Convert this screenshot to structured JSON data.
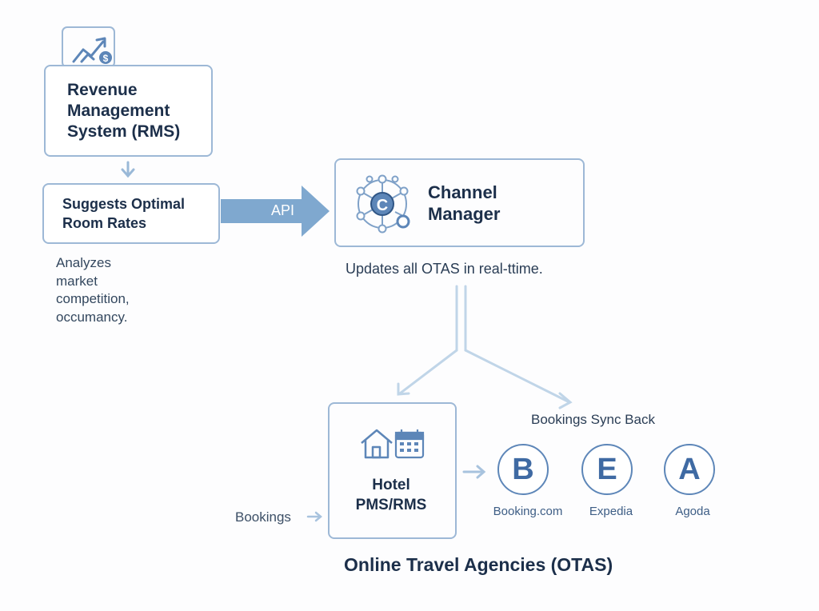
{
  "rms": {
    "title": "Revenue\nManagement\nSystem (RMS)",
    "icon": "growth-chart-dollar-icon"
  },
  "suggest": {
    "text": "Suggests Optimal\nRoom Rates"
  },
  "analyzes": {
    "text": "Analyzes\nmarket\ncompetition,\noccumancy."
  },
  "api": {
    "label": "API"
  },
  "channel_manager": {
    "title": "Channel\nManager",
    "icon_letter": "C",
    "icon": "network-hub-icon"
  },
  "updates": {
    "text": "Updates all OTAS in real-ttime."
  },
  "hotel": {
    "title": "Hotel\nPMS/RMS",
    "icons": [
      "house-icon",
      "calendar-icon"
    ]
  },
  "bookings_sync": {
    "text": "Bookings Sync Back"
  },
  "bookings": {
    "text": "Bookings"
  },
  "otas": {
    "title": "Online Travel Agencies (OTAS)",
    "items": [
      {
        "letter": "B",
        "name": "Booking.com"
      },
      {
        "letter": "E",
        "name": "Expedia"
      },
      {
        "letter": "A",
        "name": "Agoda"
      }
    ]
  },
  "colors": {
    "accent": "#5d86b8",
    "line": "#b7cde3",
    "arrow_fill": "#7fa8cf",
    "text": "#1c2f4a"
  }
}
